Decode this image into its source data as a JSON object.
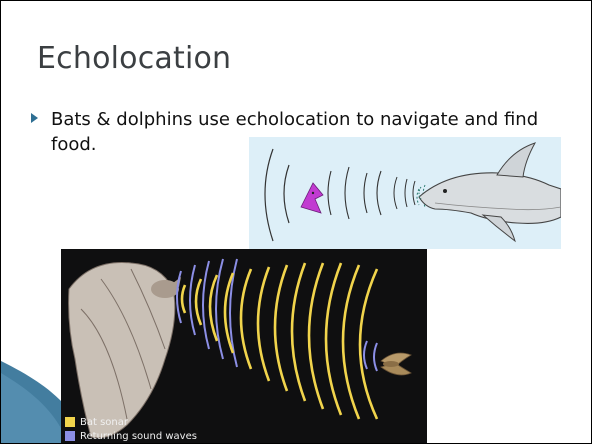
{
  "slide": {
    "title": "Echolocation",
    "bullet_text": "Bats & dolphins use echolocation to navigate and find food."
  },
  "bat_figure": {
    "legend": [
      {
        "label": "Bat sonar",
        "color": "#f1d44c"
      },
      {
        "label": "Returning sound waves",
        "color": "#8c8fe6"
      }
    ]
  },
  "colors": {
    "title_text": "#3b3f42",
    "bullet_marker": "#2e6f93",
    "swoosh": "#2f6f95"
  }
}
